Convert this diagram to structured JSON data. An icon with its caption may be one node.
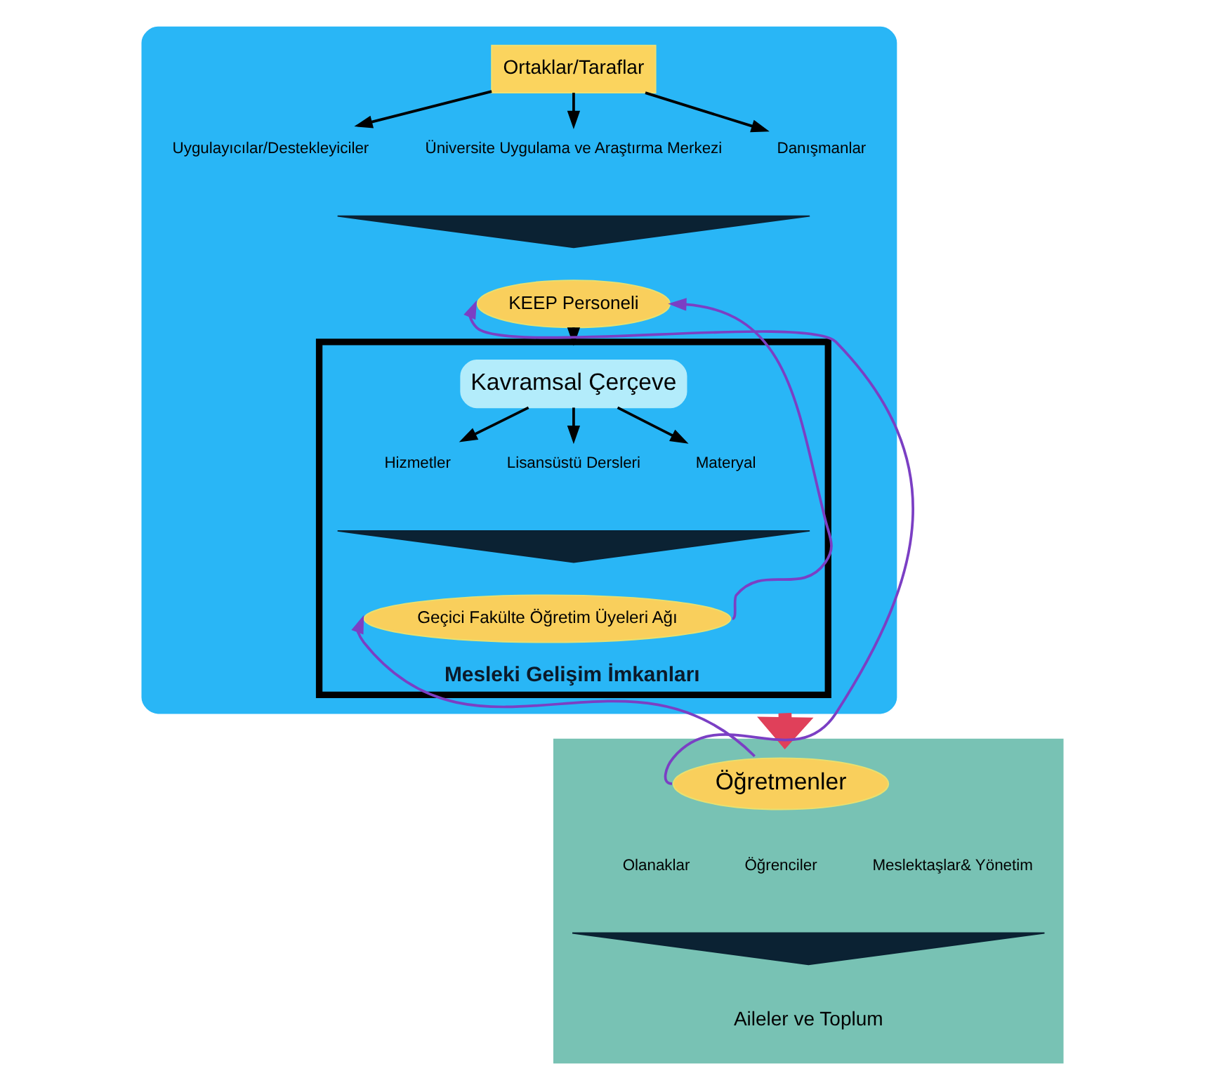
{
  "diagram": {
    "nodes": [
      {
        "text": [],
        "shape": "box"
      },
      {
        "text": [
          "Ortaklar/Taraflar"
        ],
        "in": 0
      },
      {
        "text": [
          "Uygulayıcılar/Destekleyiciler"
        ],
        "in": 0
      },
      {
        "text": [
          "Üniversite Uygulama ve Araştırma Merkezi"
        ],
        "in": 0
      },
      {
        "text": [
          "Danışmanlar"
        ],
        "in": 0
      },
      {
        "text": [],
        "shape": "triangle",
        "in": 0
      },
      {
        "text": [
          "KEEP Personeli"
        ],
        "in": 0
      },
      {
        "text": [
          "Mesleki Gelişim İmkanları"
        ],
        "in": 0
      },
      {
        "text": [
          "Kavramsal Çerçeve"
        ],
        "in": 7
      },
      {
        "text": [
          "Hizmetler"
        ],
        "in": 7
      },
      {
        "text": [
          "Lisansüstü Dersleri"
        ],
        "in": 7
      },
      {
        "text": [
          "Materyal"
        ],
        "in": 7
      },
      {
        "text": [],
        "shape": "triangle",
        "in": 7
      },
      {
        "text": [
          "Geçici Fakülte Öğretim Üyeleri Ağı"
        ],
        "in": 7
      },
      {
        "text": [],
        "shape": "trapezoid"
      },
      {
        "text": [
          "Öğretmenler"
        ],
        "in": 14
      },
      {
        "text": [
          "Olanaklar"
        ],
        "in": 14
      },
      {
        "text": [
          "Öğrenciler"
        ],
        "in": 14
      },
      {
        "text": [
          "Meslektaşlar& Yönetim"
        ],
        "in": 14
      },
      {
        "text": [],
        "shape": "triangle",
        "in": 14
      },
      {
        "text": [
          "Aileler ve Toplum"
        ],
        "in": 14
      }
    ],
    "edges": [
      {
        "from": 1,
        "to": 2,
        "arrow": "to"
      },
      {
        "from": 1,
        "to": 3,
        "arrow": "to"
      },
      {
        "from": 1,
        "to": 4,
        "arrow": "to"
      },
      {
        "from": 6,
        "to": 7,
        "arrow": "to"
      },
      {
        "from": 8,
        "to": 9,
        "arrow": "to"
      },
      {
        "from": 8,
        "to": 10,
        "arrow": "to"
      },
      {
        "from": 8,
        "to": 11,
        "arrow": "to"
      },
      {
        "from": 0,
        "to": 14,
        "arrow": "to",
        "style": "thick",
        "color": "#e0405a"
      },
      {
        "from": 15,
        "to": 6,
        "arrow": "to",
        "color": "#7b3fc4"
      },
      {
        "from": 15,
        "to": 13,
        "arrow": "to",
        "color": "#7b3fc4"
      },
      {
        "from": 13,
        "to": 6,
        "arrow": "to",
        "color": "#7b3fc4"
      }
    ]
  }
}
